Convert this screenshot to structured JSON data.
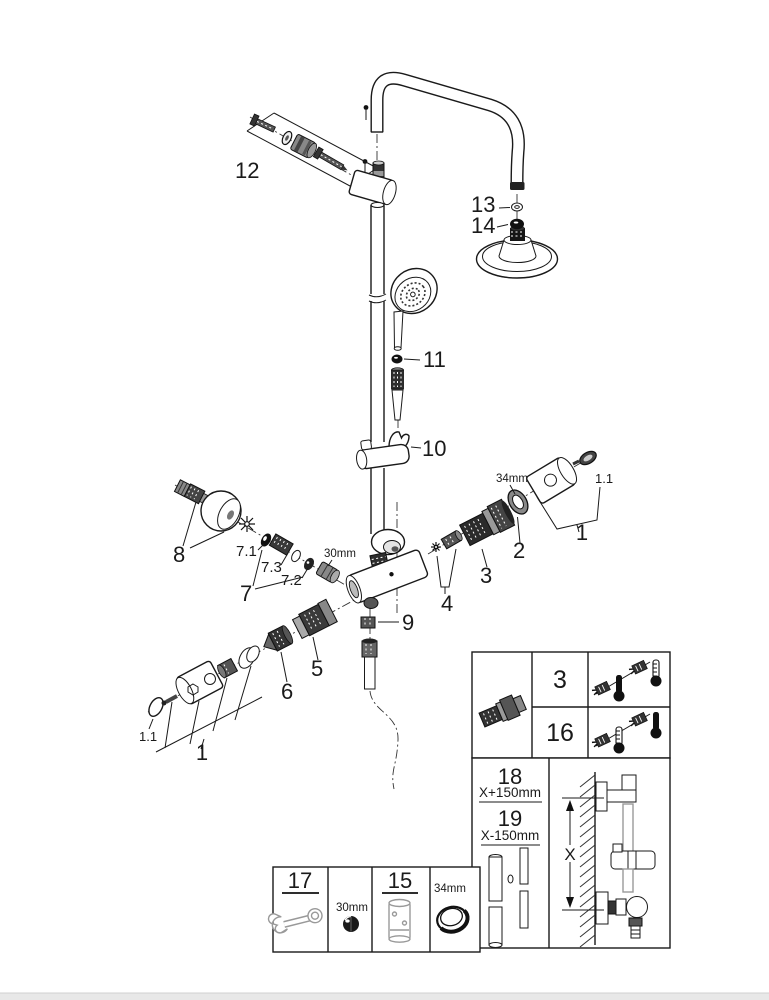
{
  "diagram": {
    "callouts": {
      "n1_left": "1",
      "n1_1_left": "1.1",
      "n1_right": "1",
      "n1_1_right": "1.1",
      "n2": "2",
      "n3": "3",
      "n4": "4",
      "n5": "5",
      "n6": "6",
      "n7": "7",
      "n7_1": "7.1",
      "n7_2": "7.2",
      "n7_3": "7.3",
      "n8": "8",
      "n9": "9",
      "n10": "10",
      "n11": "11",
      "n12": "12",
      "n13": "13",
      "n14": "14",
      "size_30mm": "30mm",
      "size_34mm": "34mm"
    },
    "variant_table": {
      "rows": [
        {
          "part": "3"
        },
        {
          "part": "16"
        }
      ]
    },
    "length_table": {
      "rows": [
        {
          "part": "18",
          "len": "X+150mm"
        },
        {
          "part": "19",
          "len": "X-150mm"
        }
      ],
      "dim_label": "X"
    },
    "tool_table": {
      "wrench_part": "17",
      "wrench_size": "30mm",
      "cartridge_part": "15",
      "ring_size": "34mm"
    }
  }
}
